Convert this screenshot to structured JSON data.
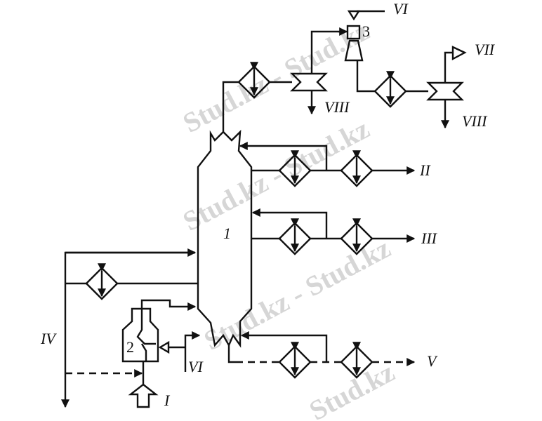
{
  "diagram": {
    "labels": {
      "column": "1",
      "furnace": "2",
      "ejector": "3",
      "feed": "I",
      "stream_II": "II",
      "stream_III": "III",
      "stream_IV": "IV",
      "stream_V": "V",
      "steam_bottom": "VI",
      "steam_top": "VI",
      "stream_VII": "VII",
      "water_1": "VIII",
      "water_2": "VIII"
    },
    "watermark": "Stud.kz - Stud.kz",
    "colors": {
      "line": "#111111",
      "watermark": "#d6d6d6"
    }
  }
}
